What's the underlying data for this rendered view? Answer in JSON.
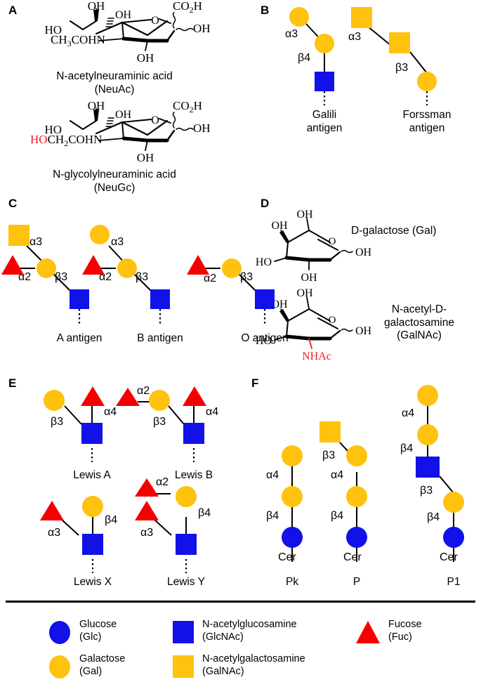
{
  "figure": {
    "panels": [
      "A",
      "B",
      "C",
      "D",
      "E",
      "F"
    ],
    "colors": {
      "glucose_blue": "#1111E8",
      "galactose_yellow": "#FFC20E",
      "glcnac_blue": "#1111E8",
      "galnac_yellow": "#FFC20E",
      "fucose_red": "#F40000",
      "highlight_red": "#ED1C24",
      "line": "#000000"
    }
  },
  "panelA": {
    "letter": "A",
    "structures": [
      {
        "name": "neuac",
        "caption": "N-acetylneuraminic acid\n(NeuAc)",
        "labels": {
          "oh_top": "OH",
          "oh_top2": "OH",
          "co2h": "CO",
          "co2h_sub": "2",
          "co2h_tail": "H",
          "ho_left": "HO",
          "oh_right": "OH",
          "oh_bottom": "OH",
          "ring_o": "O",
          "nac_pre": "CH",
          "nac_sub": "3",
          "nac_post": "COHN"
        }
      },
      {
        "name": "neugc",
        "caption": "N-glycolylneuraminic acid\n(NeuGc)",
        "labels": {
          "oh_top": "OH",
          "oh_top2": "OH",
          "co2h": "CO",
          "co2h_sub": "2",
          "co2h_tail": "H",
          "ho_left": "HO",
          "oh_right": "OH",
          "oh_bottom": "OH",
          "ring_o": "O",
          "gc_red": "HO",
          "gc_pre": "CH",
          "gc_sub": "2",
          "gc_post": "COHN"
        }
      }
    ]
  },
  "panelB": {
    "letter": "B",
    "glycans": [
      {
        "id": "galili",
        "caption": "Galili\nantigen",
        "linkages": [
          "α3",
          "β4"
        ],
        "residues": [
          "Gal",
          "Gal",
          "GlcNAc"
        ]
      },
      {
        "id": "forssman",
        "caption": "Forssman\nantigen",
        "linkages": [
          "α3",
          "β3"
        ],
        "residues": [
          "GalNAc",
          "GalNAc",
          "Gal"
        ]
      }
    ]
  },
  "panelC": {
    "letter": "C",
    "glycans": [
      {
        "id": "a-antigen",
        "caption": "A antigen",
        "linkages": [
          "α3",
          "α2",
          "β3"
        ],
        "residues": [
          "GalNAc",
          "Fuc",
          "Gal",
          "GlcNAc"
        ]
      },
      {
        "id": "b-antigen",
        "caption": "B antigen",
        "linkages": [
          "α3",
          "α2",
          "β3"
        ],
        "residues": [
          "Gal",
          "Fuc",
          "Gal",
          "GlcNAc"
        ]
      },
      {
        "id": "o-antigen",
        "caption": "O antigen",
        "linkages": [
          "α2",
          "β3"
        ],
        "residues": [
          "Fuc",
          "Gal",
          "GlcNAc"
        ]
      }
    ]
  },
  "panelD": {
    "letter": "D",
    "structures": [
      {
        "name": "galactose",
        "label": "D-galactose (Gal)",
        "labels": {
          "oh_a": "OH",
          "oh_b": "OH",
          "ho_left": "HO",
          "oh_bottom": "OH",
          "ring_o": "O",
          "oh_anomeric": "OH"
        }
      },
      {
        "name": "galnac",
        "label": "N-acetyl-D-galactosamine\n(GalNAc)",
        "labels": {
          "oh_a": "OH",
          "oh_b": "OH",
          "ho_left": "HO",
          "nhac": "NHAc",
          "ring_o": "O",
          "oh_anomeric": "OH"
        }
      }
    ]
  },
  "panelE": {
    "letter": "E",
    "glycans": [
      {
        "id": "lewis-a",
        "caption": "Lewis A",
        "linkages": [
          "β3",
          "α4"
        ],
        "residues": [
          "Gal",
          "Fuc",
          "GlcNAc"
        ]
      },
      {
        "id": "lewis-b",
        "caption": "Lewis B",
        "linkages": [
          "α2",
          "β3",
          "α4"
        ],
        "residues": [
          "Fuc",
          "Gal",
          "Fuc",
          "GlcNAc"
        ]
      },
      {
        "id": "lewis-x",
        "caption": "Lewis X",
        "linkages": [
          "α3",
          "β4"
        ],
        "residues": [
          "Fuc",
          "Gal",
          "GlcNAc"
        ]
      },
      {
        "id": "lewis-y",
        "caption": "Lewis Y",
        "linkages": [
          "α2",
          "α3",
          "β4"
        ],
        "residues": [
          "Fuc",
          "Gal",
          "Fuc",
          "GlcNAc"
        ]
      }
    ]
  },
  "panelF": {
    "letter": "F",
    "glycans": [
      {
        "id": "pk",
        "caption": "Pk",
        "terminal": "Cer",
        "linkages": [
          "α4",
          "β4"
        ],
        "residues": [
          "Gal",
          "Gal",
          "Glc"
        ]
      },
      {
        "id": "p",
        "caption": "P",
        "terminal": "Cer",
        "linkages": [
          "β3",
          "α4",
          "β4"
        ],
        "residues": [
          "GalNAc",
          "Gal",
          "Gal",
          "Glc"
        ]
      },
      {
        "id": "p1",
        "caption": "P1",
        "terminal": "Cer",
        "linkages": [
          "α4",
          "β4",
          "β3",
          "β4"
        ],
        "residues": [
          "Gal",
          "Gal",
          "GlcNAc",
          "Gal",
          "Glc"
        ]
      }
    ]
  },
  "legend": {
    "items": [
      {
        "shape": "circle",
        "color": "#1111E8",
        "label": "Glucose\n(Glc)"
      },
      {
        "shape": "square",
        "color": "#1111E8",
        "label": "N-acetylglucosamine\n(GlcNAc)"
      },
      {
        "shape": "triangle",
        "color": "#F40000",
        "label": "Fucose\n(Fuc)"
      },
      {
        "shape": "circle",
        "color": "#FFC20E",
        "label": "Galactose\n(Gal)"
      },
      {
        "shape": "square",
        "color": "#FFC20E",
        "label": "N-acetylgalactosamine\n(GalNAc)"
      }
    ]
  }
}
